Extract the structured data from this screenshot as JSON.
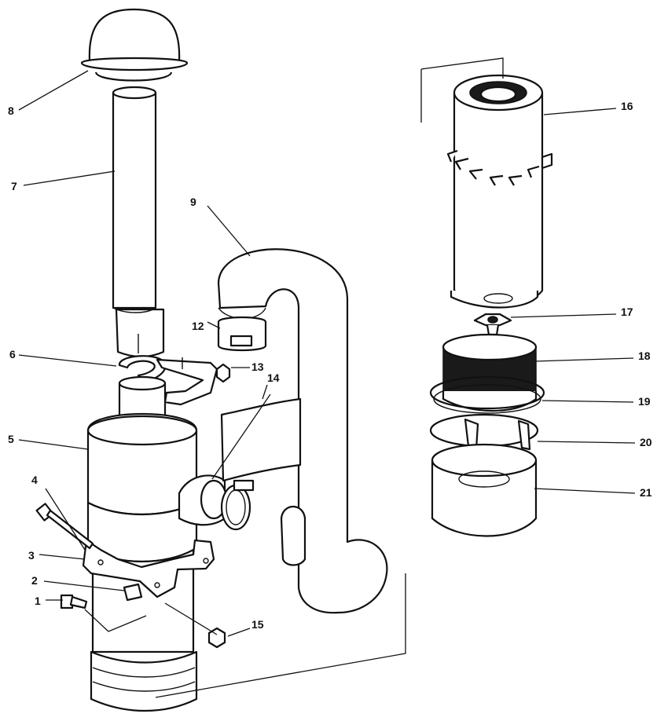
{
  "callouts": [
    {
      "id": "1",
      "part": "bolt"
    },
    {
      "id": "2",
      "part": "clamp-nut"
    },
    {
      "id": "3",
      "part": "mounting-bracket"
    },
    {
      "id": "4",
      "part": "long-bolt"
    },
    {
      "id": "5",
      "part": "air-cleaner-body"
    },
    {
      "id": "6",
      "part": "tube-clamp-bracket"
    },
    {
      "id": "7",
      "part": "intake-tube"
    },
    {
      "id": "8",
      "part": "rain-cap"
    },
    {
      "id": "9",
      "part": "intake-hose"
    },
    {
      "id": "12",
      "part": "hose-clamp-upper"
    },
    {
      "id": "13",
      "part": "nut-upper"
    },
    {
      "id": "14",
      "part": "hose-clamp-lower"
    },
    {
      "id": "15",
      "part": "nut-lower"
    },
    {
      "id": "16",
      "part": "filter-element"
    },
    {
      "id": "17",
      "part": "wing-nut"
    },
    {
      "id": "18",
      "part": "oil-cup-insert"
    },
    {
      "id": "19",
      "part": "seal-ring"
    },
    {
      "id": "20",
      "part": "retaining-clip"
    },
    {
      "id": "21",
      "part": "oil-bowl"
    }
  ]
}
